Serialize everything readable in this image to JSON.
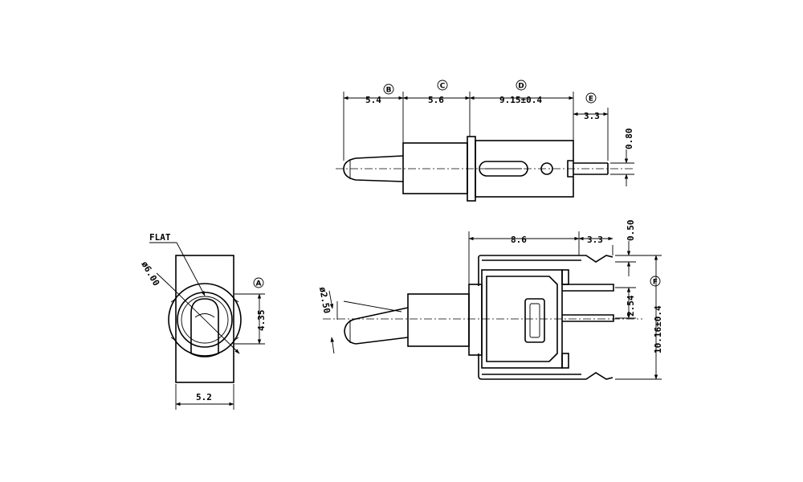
{
  "top_view": {
    "dimensions": {
      "toggle_length": "5.4",
      "bushing_length": "5.6",
      "body_length": "9.15±0.4",
      "pin_length": "3.3",
      "pin_thickness": "0.80"
    },
    "markers": {
      "b": "B",
      "c": "C",
      "d": "D",
      "e": "E"
    }
  },
  "front_view": {
    "flat_label": "FLAT",
    "diameter": "ø6.00",
    "height": "4.35",
    "width": "5.2",
    "marker_a": "A"
  },
  "side_view": {
    "diameter": "ø2.50",
    "body_length": "8.6",
    "pin_length": "3.3",
    "pin_thickness": "0.50",
    "pin_pitch": "2.54",
    "overall_height": "10.16±0.4",
    "marker_f": "F"
  }
}
